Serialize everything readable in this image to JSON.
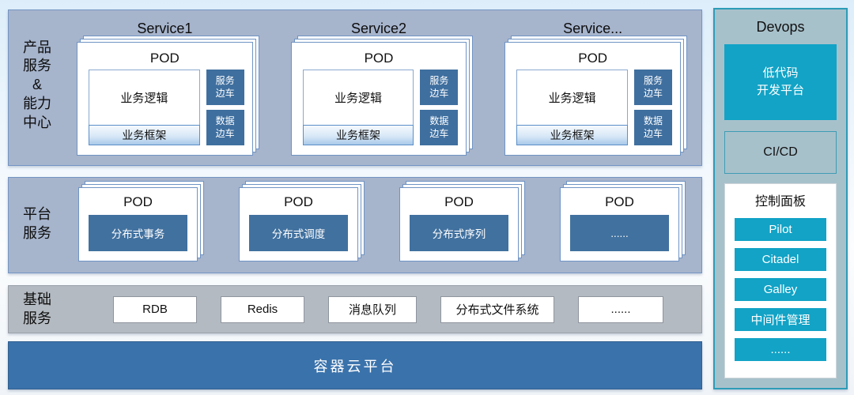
{
  "top_band": {
    "label": "产品\n服务\n&\n能力\n中心",
    "services": [
      {
        "title": "Service1",
        "pod_label": "POD",
        "logic": "业务逻辑",
        "framework": "业务框架",
        "sidecars": [
          "服务\n边车",
          "数据\n边车"
        ]
      },
      {
        "title": "Service2",
        "pod_label": "POD",
        "logic": "业务逻辑",
        "framework": "业务框架",
        "sidecars": [
          "服务\n边车",
          "数据\n边车"
        ]
      },
      {
        "title": "Service...",
        "pod_label": "POD",
        "logic": "业务逻辑",
        "framework": "业务框架",
        "sidecars": [
          "服务\n边车",
          "数据\n边车"
        ]
      }
    ]
  },
  "platform_band": {
    "label": "平台\n服务",
    "pods": [
      {
        "pod_label": "POD",
        "name": "分布式事务"
      },
      {
        "pod_label": "POD",
        "name": "分布式调度"
      },
      {
        "pod_label": "POD",
        "name": "分布式序列"
      },
      {
        "pod_label": "POD",
        "name": "......"
      }
    ]
  },
  "infra_band": {
    "label": "基础\n服务",
    "items": [
      "RDB",
      "Redis",
      "消息队列",
      "分布式文件系统",
      "......"
    ]
  },
  "container_bar": {
    "label": "容器云平台"
  },
  "devops_panel": {
    "title": "Devops",
    "lowcode_platform": "低代码\n开发平台",
    "cicd": "CI/CD",
    "control_panel": {
      "title": "控制面板",
      "buttons": [
        "Pilot",
        "Citadel",
        "Galley",
        "中间件管理",
        "......"
      ]
    }
  },
  "colors": {
    "band_bg": "#a6b4cc",
    "band_border": "#7495c4",
    "gray_band_bg": "#b4bac1",
    "steel_blue_box": "#3f6f9f",
    "container_bar_blue": "#3a72ab",
    "teal_accent": "#12a3c6",
    "devops_panel_bg": "#a7c1cb",
    "devops_panel_border": "#2d9cb8",
    "framework_gradient_bottom": "#a9c9ea"
  }
}
